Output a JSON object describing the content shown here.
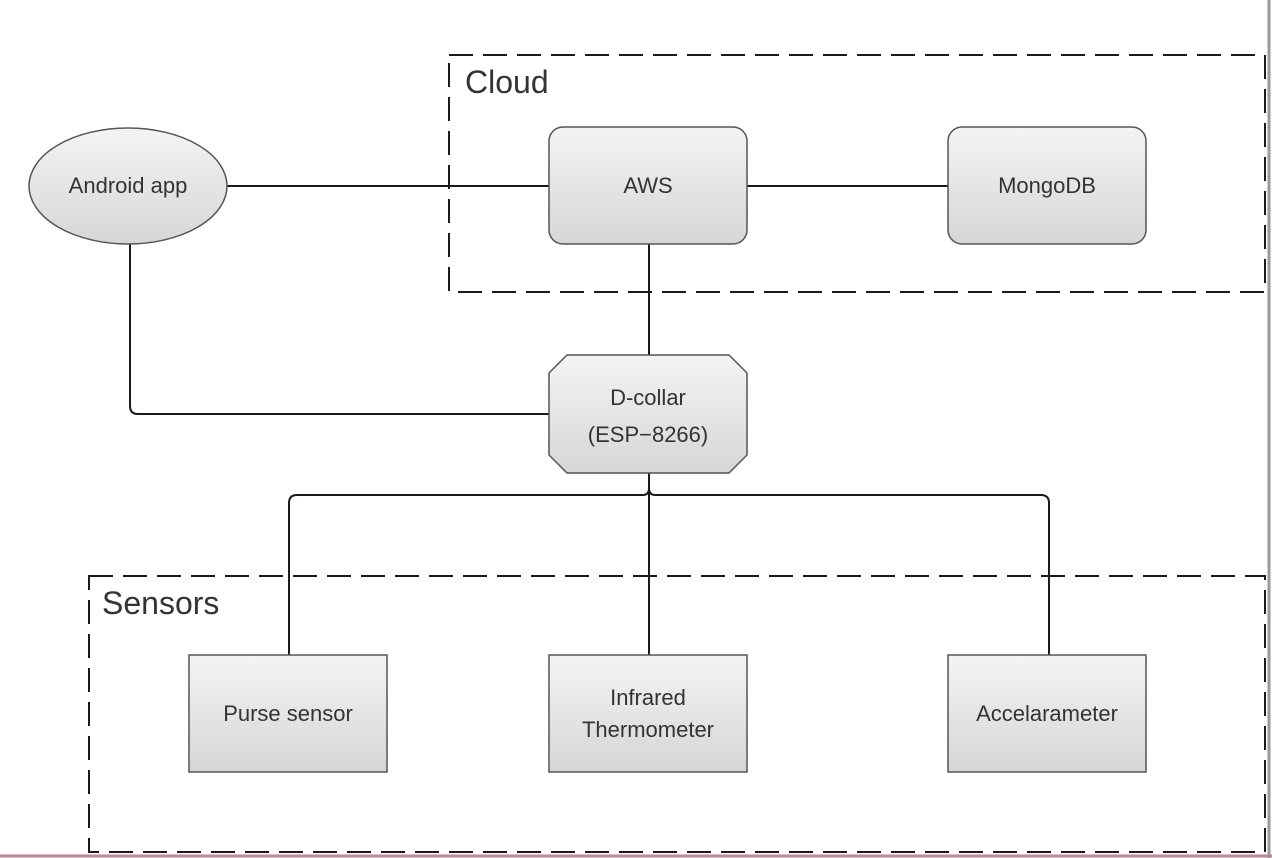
{
  "groups": {
    "cloud": {
      "label": "Cloud"
    },
    "sensors": {
      "label": "Sensors"
    }
  },
  "nodes": {
    "android_app": {
      "label": "Android app"
    },
    "aws": {
      "label": "AWS"
    },
    "mongodb": {
      "label": "MongoDB"
    },
    "d_collar": {
      "line1": "D-collar",
      "line2": "(ESP−8266)"
    },
    "purse_sensor": {
      "label": "Purse sensor"
    },
    "infrared_thermometer": {
      "line1": "Infrared",
      "line2": "Thermometer"
    },
    "accelarameter": {
      "label": "Accelarameter"
    }
  },
  "colors": {
    "node_fill_top": "#f4f4f4",
    "node_fill_bottom": "#d6d6d6",
    "stroke": "#1a1a1a",
    "text": "#333333"
  }
}
